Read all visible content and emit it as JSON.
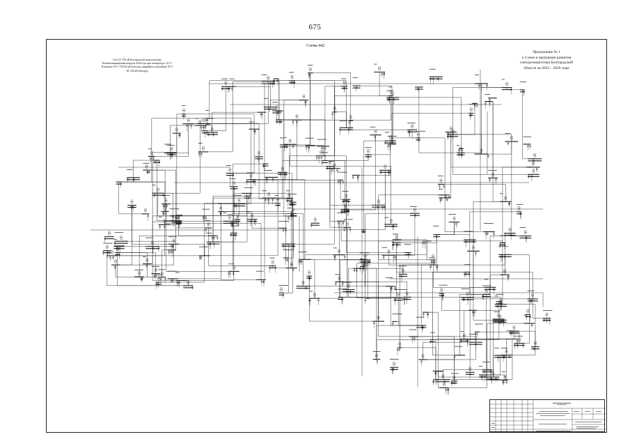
{
  "page": {
    "number": "675"
  },
  "scheme": {
    "title": "Схема 442",
    "left_caption": [
      "Сеть 35–750 кВ Белгородской энергосистемы",
      "Летний минимальный нагрузок 2026 года при температуре +25 °С",
      "В ремонте АТ-1 750/330 кВ Белгород, аварийное отключение АТ-3",
      "ПС 330 кВ Белгород"
    ],
    "right_caption": [
      "Приложение № 1",
      "к Схеме и программе развития",
      "электроэнергетики Белгородской",
      "области на 2022 – 2026 годы"
    ]
  },
  "colors": {
    "ink": "#1a1a1a",
    "paper": "#ffffff"
  }
}
